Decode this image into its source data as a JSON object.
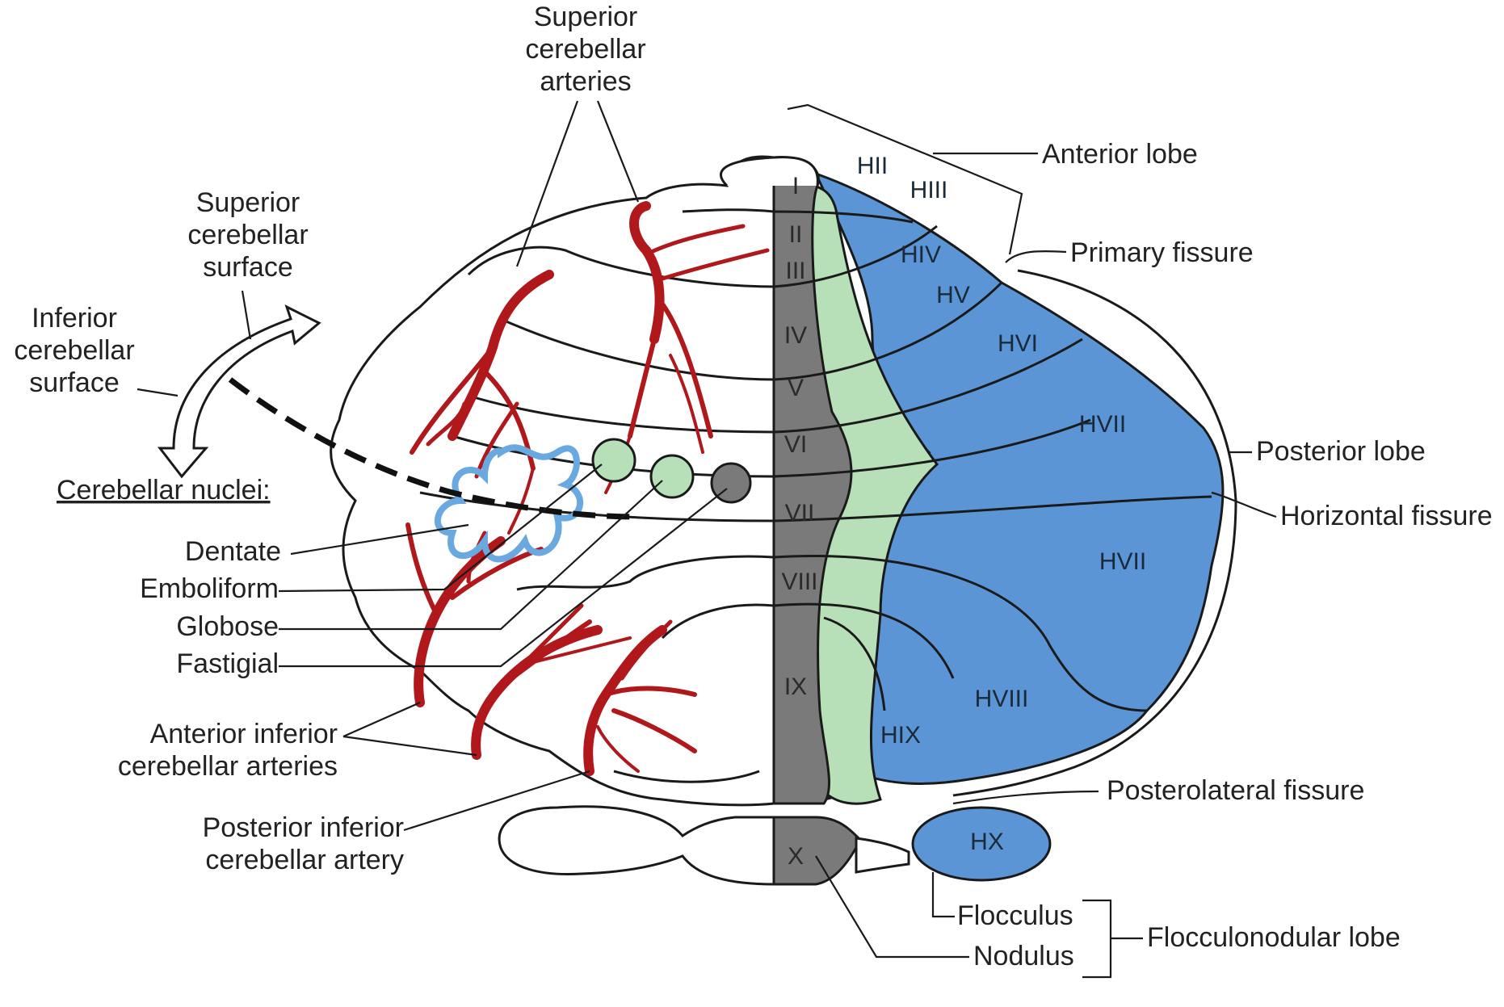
{
  "colors": {
    "hemisphere_blue": "#5b95d6",
    "paravermis_green": "#b8e0b8",
    "vermis_grey": "#7a7a7a",
    "artery_red": "#b0181c",
    "dentate_outline_blue": "#6aa8e0",
    "nucleus_green": "#b8e0b8",
    "fastigial_grey": "#7a7a7a"
  },
  "left_labels": {
    "superior_arteries": [
      "Superior",
      "cerebellar",
      "arteries"
    ],
    "superior_surface": [
      "Superior",
      "cerebellar",
      "surface"
    ],
    "inferior_surface": [
      "Inferior",
      "cerebellar",
      "surface"
    ],
    "nuclei_heading": "Cerebellar nuclei:",
    "dentate": "Dentate",
    "emboliform": "Emboliform",
    "globose": "Globose",
    "fastigial": "Fastigial",
    "anterior_inferior": [
      "Anterior inferior",
      "cerebellar arteries"
    ],
    "posterior_inferior": [
      "Posterior inferior",
      "cerebellar artery"
    ]
  },
  "right_labels": {
    "anterior_lobe": "Anterior lobe",
    "primary_fissure": "Primary fissure",
    "posterior_lobe": "Posterior lobe",
    "horizontal_fissure": "Horizontal fissure",
    "posterolateral_fissure": "Posterolateral fissure",
    "flocculus": "Flocculus",
    "nodulus": "Nodulus",
    "flocculonodular_lobe": "Flocculonodular lobe"
  },
  "vermis_lobules": [
    "I",
    "II",
    "III",
    "IV",
    "V",
    "VI",
    "VII",
    "VIII",
    "IX",
    "X"
  ],
  "hemisphere_lobules": [
    "HII",
    "HIII",
    "HIV",
    "HV",
    "HVI",
    "HVII",
    "HVII",
    "HVIII",
    "HIX",
    "HX"
  ]
}
